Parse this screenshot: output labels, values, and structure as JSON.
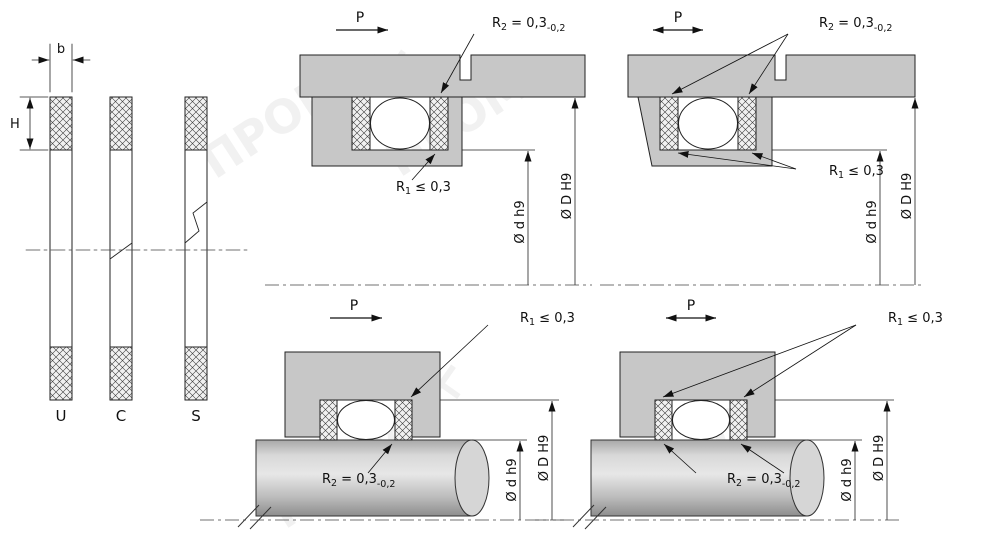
{
  "colors": {
    "housing": "#c7c7c7",
    "outline": "#222222",
    "hatch_bg": "#f1f1f1"
  },
  "watermark": {
    "text": "ПРОМ",
    "mark": "✕"
  },
  "profiles": {
    "width_dim_label": "b",
    "height_dim_label": "H",
    "items": [
      {
        "label": "U"
      },
      {
        "label": "C"
      },
      {
        "label": "S"
      }
    ]
  },
  "annotations": {
    "pressure_label": "P",
    "r1": {
      "sym": "R",
      "sub": "1",
      "value": " ≤ 0,3"
    },
    "r2": {
      "sym": "R",
      "sub": "2",
      "value": " = 0,3",
      "tolerance": "-0,2"
    },
    "dia_shaft": "Ø d h9",
    "dia_bore": "Ø D H9"
  }
}
